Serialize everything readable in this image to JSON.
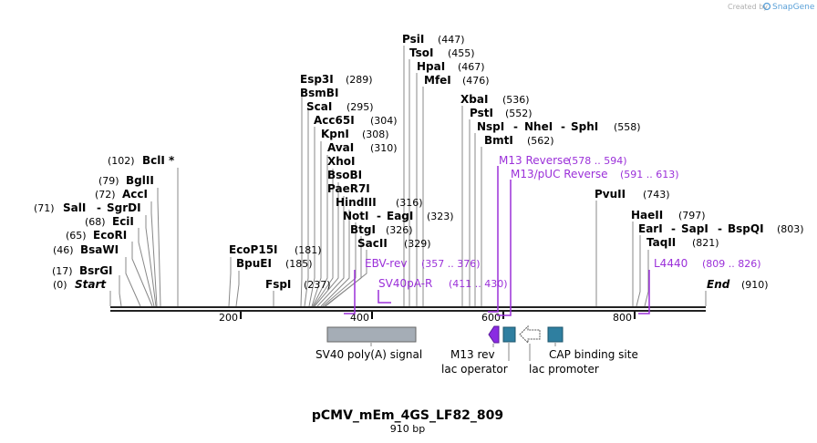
{
  "branding": {
    "created_by": "Created by",
    "app": "SnapGene"
  },
  "plasmid": {
    "name": "pCMV_mEm_4GS_LF82_809",
    "length_label": "910 bp"
  },
  "ruler": {
    "ticks": [
      "200",
      "400",
      "600",
      "800"
    ]
  },
  "enzymes": {
    "start": {
      "pos": "(0)",
      "name": "Start"
    },
    "end": {
      "pos": "(910)",
      "name": "End"
    },
    "BsrGI": {
      "pos": "(17)",
      "name": "BsrGI"
    },
    "BsaWI": {
      "pos": "(46)",
      "name": "BsaWI"
    },
    "EcoRI": {
      "pos": "(65)",
      "name": "EcoRI"
    },
    "EciI": {
      "pos": "(68)",
      "name": "EciI"
    },
    "SalI": {
      "pos": "(71)",
      "name": "SalI",
      "sep": "-",
      "name2": "SgrDI"
    },
    "AccI": {
      "pos": "(72)",
      "name": "AccI"
    },
    "BglII": {
      "pos": "(79)",
      "name": "BglII"
    },
    "BclI": {
      "pos": "(102)",
      "name": "BclI *"
    },
    "EcoP15I": {
      "name": "EcoP15I",
      "pos": "(181)"
    },
    "BpuEI": {
      "name": "BpuEI",
      "pos": "(185)"
    },
    "FspI": {
      "name": "FspI",
      "pos": "(237)"
    },
    "Esp3I": {
      "name": "Esp3I",
      "pos": "(289)"
    },
    "BsmBI": {
      "name": "BsmBI"
    },
    "ScaI": {
      "name": "ScaI",
      "pos": "(295)"
    },
    "Acc65I": {
      "name": "Acc65I",
      "pos": "(304)"
    },
    "KpnI": {
      "name": "KpnI",
      "pos": "(308)"
    },
    "AvaI": {
      "name": "AvaI",
      "pos": "(310)"
    },
    "XhoI": {
      "name": "XhoI"
    },
    "BsoBI": {
      "name": "BsoBI"
    },
    "PaeR7I": {
      "name": "PaeR7I"
    },
    "HindIII": {
      "name": "HindIII",
      "pos": "(316)"
    },
    "NotI": {
      "name": "NotI",
      "sep": "-",
      "name2": "EagI",
      "pos": "(323)"
    },
    "BtgI": {
      "name": "BtgI",
      "pos": "(326)"
    },
    "SacII": {
      "name": "SacII",
      "pos": "(329)"
    },
    "PsiI": {
      "name": "PsiI",
      "pos": "(447)"
    },
    "TsoI": {
      "name": "TsoI",
      "pos": "(455)"
    },
    "HpaI": {
      "name": "HpaI",
      "pos": "(467)"
    },
    "MfeI": {
      "name": "MfeI",
      "pos": "(476)"
    },
    "XbaI": {
      "name": "XbaI",
      "pos": "(536)"
    },
    "PstI": {
      "name": "PstI",
      "pos": "(552)"
    },
    "NspI": {
      "name": "NspI",
      "sep": "-",
      "name2": "NheI",
      "sep2": "-",
      "name3": "SphI",
      "pos": "(558)"
    },
    "BmtI": {
      "name": "BmtI",
      "pos": "(562)"
    },
    "PvuII": {
      "name": "PvuII",
      "pos": "(743)"
    },
    "HaeII": {
      "name": "HaeII",
      "pos": "(797)"
    },
    "EarI": {
      "name": "EarI",
      "sep": "-",
      "name2": "SapI",
      "sep2": "-",
      "name3": "BspQI",
      "pos": "(803)"
    },
    "TaqII": {
      "name": "TaqII",
      "pos": "(821)"
    }
  },
  "primers": {
    "M13Reverse": {
      "name": "M13 Reverse",
      "range": "(578 .. 594)"
    },
    "M13pUCReverse": {
      "name": "M13/pUC Reverse",
      "range": "(591 .. 613)"
    },
    "EBVrev": {
      "name": "EBV-rev",
      "range": "(357 .. 376)"
    },
    "SV40pAR": {
      "name": "SV40pA-R",
      "range": "(411 .. 430)"
    },
    "L4440": {
      "name": "L4440",
      "range": "(809 .. 826)"
    }
  },
  "features": {
    "sv40": "SV40 poly(A) signal",
    "m13rev": "M13 rev",
    "lac_operator": "lac operator",
    "lac_promoter": "lac promoter",
    "cap_site": "CAP binding site"
  },
  "colors": {
    "primer": "#9b30d9",
    "sv40_fill": "#a5adb6",
    "operator_fill": "#2f7fa0",
    "m13_fill": "#8a2be2",
    "backbone": "#222222"
  }
}
